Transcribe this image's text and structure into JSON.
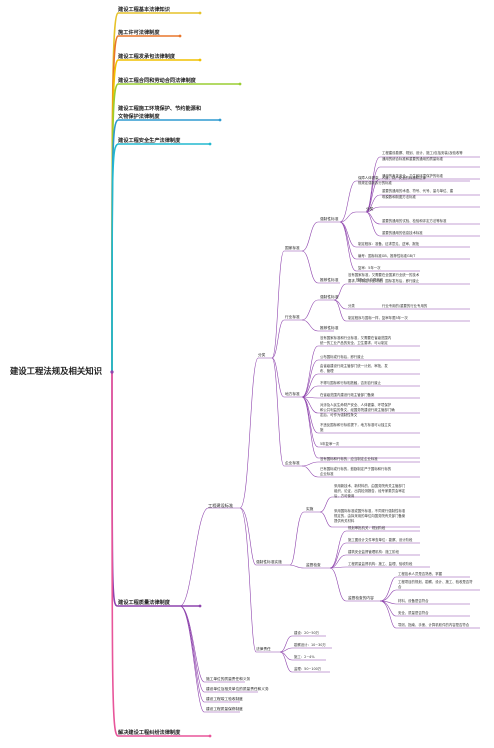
{
  "root": {
    "title": "建设工程法规及相关知识"
  },
  "level1": [
    {
      "label": "建设工程基本法律知识",
      "color": "#e6c229"
    },
    {
      "label": "施工许可法律制度",
      "color": "#e8762b"
    },
    {
      "label": "建设工程发承包法律制度",
      "color": "#f0c000"
    },
    {
      "label": "建设工程合同和劳动合同法律制度",
      "color": "#9acd32"
    },
    {
      "label": "建设工程施工环境保护、节约能源和",
      "line2": "文物保护法律制度",
      "color": "#2e9ad0"
    },
    {
      "label": "建设工程安全生产法律制度",
      "color": "#22b8cf"
    },
    {
      "label": "建设工程质量法律制度",
      "color": "#8e44ad"
    },
    {
      "label": "解决建设工程纠纷法律制度",
      "color": "#e8559a"
    }
  ],
  "quality": {
    "standards": "工程建设标准",
    "classify": "分类",
    "national": "国家标准",
    "mandatory": "强制性标准",
    "items": [
      "保障人体健康、人身、财产安全的标准和法律",
      "规规定强制执行的标准",
      "工程建设勘察、规划、设计、施工(包括安装)及验收等",
      "通用的综合标准和重要的通用的质量标准",
      "通用的有关安全、卫生和环境保护的标准",
      "重要的通用的术语、符号、代号、量与单位、建",
      "筑模数和制图方法标准",
      "重要的通用的试验、检验和评定方法等标准",
      "重要的通用的信息技术标准",
      "制定程序：准备、征求意见、送审、报批",
      "编号：国标标准GB，推荐性标准GB/T",
      "复审：5年一次"
    ],
    "recommend": "推荐性标准",
    "recommend_note": "鼓励企业自愿采用",
    "industry": "行业标准",
    "ind_note1": "没有国家标准，又需要在全国某行业统一的技术",
    "ind_note2": "要求，可制定行业标准；国标发布后，即行废止",
    "ind_class": "分类",
    "ind_class_note": "行业专用的/重要的行业专用的",
    "ind_review": "制定程序与国标一样，复审年限5年一次",
    "local": "地方标准",
    "local_notes": [
      "没有国家标准和行业标准，又需要在省级范围内",
      "统一的工业产品的安全、卫生要求，可以制定",
      "公布国标或行标后，即行废止",
      "由省级建设行政主管部门统一计划、审批、发",
      "布、管理",
      "不得与国标和行标相抵触，否则自行废止",
      "在省级范围内建设行政主管部门备案",
      "对涉及人民生命财产安全、人体健康、环境保护",
      "和公共利益的条文，经国务院建设行政主管部门确",
      "定后，可作为强制性条文",
      "不违反国标和行标前提下，地方标准可以独立实",
      "施",
      "5年复审一次"
    ],
    "enterprise": "企业标准",
    "ent_notes": [
      "没有国标和行标的，应当制定企业标准",
      "已有国标或行标的，鼓励制定严于国标和行标的",
      "企业标准"
    ],
    "implement": "强制性标准实施",
    "impl": "实施",
    "impl_notes": [
      "采用新技术、新材料的，由国务院有关主管部门",
      "组织、论证，出具检测报告，经专家委员会审定",
      "后，方可使用",
      "采用国际标准或国外标准，不同现行强制性标准",
      "规定的，由拟采用的单位向国务院有关部门备案",
      "提供有关材料"
    ],
    "supervise": "监督检查",
    "sup_org": [
      "规划审批机关：规划阶段",
      "施工图设计文件审查单位：勘察、设计阶段",
      "建筑安全监督管理机构：施工阶段",
      "工程质量监督机构：施工、监理、验收阶段"
    ],
    "sup_content": "监督检查的内容",
    "content_items": [
      "工程技术人员是否熟悉、掌握",
      "工程项目的规划、勘察、设计、施工、验收是否符",
      "合",
      "材料、设备是否符合",
      "安全、质量是否符合",
      "导则、指南、手册、计算机软件的内容是否符合"
    ],
    "penalty": "法律责任",
    "penalty_items": [
      "建设：20~50万",
      "勘察设计：10~30万",
      "施工：2~4%",
      "监理：50~100万"
    ],
    "other_branches": [
      "施工单位的质量责任和义务",
      "建设单位及相关单位的质量责任和义务",
      "建设工程竣工验收制度",
      "建设工程质量保修制度"
    ]
  }
}
